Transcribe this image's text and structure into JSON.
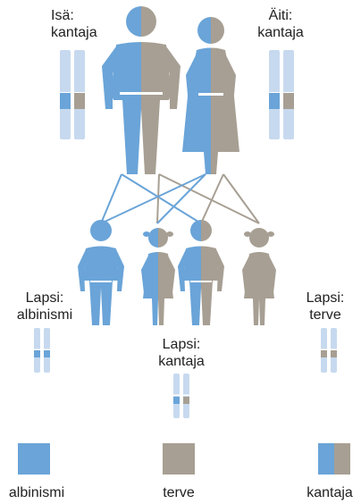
{
  "colors": {
    "albinism": "#6aa4d8",
    "healthy": "#a79f93",
    "chromosome_light": "#c7d9ef",
    "line_blue": "#6aa4d8",
    "line_gray": "#a79f93",
    "text": "#222222"
  },
  "parents": {
    "father": {
      "line1": "Isä:",
      "line2": "kantaja",
      "status": "carrier",
      "chromosome": [
        "albinism",
        "healthy"
      ]
    },
    "mother": {
      "line1": "Äiti:",
      "line2": "kantaja",
      "status": "carrier",
      "chromosome": [
        "albinism",
        "healthy"
      ]
    }
  },
  "children": [
    {
      "id": "child-1",
      "sex": "boy",
      "status": "albinism"
    },
    {
      "id": "child-2",
      "sex": "girl",
      "status": "carrier"
    },
    {
      "id": "child-3",
      "sex": "boy",
      "status": "carrier"
    },
    {
      "id": "child-4",
      "sex": "girl",
      "status": "healthy"
    }
  ],
  "child_labels": {
    "albinism": {
      "line1": "Lapsi:",
      "line2": "albinismi",
      "chromosome": [
        "albinism",
        "albinism"
      ]
    },
    "carrier": {
      "line1": "Lapsi:",
      "line2": "kantaja",
      "chromosome": [
        "albinism",
        "healthy"
      ]
    },
    "healthy": {
      "line1": "Lapsi:",
      "line2": "terve",
      "chromosome": [
        "healthy",
        "healthy"
      ]
    }
  },
  "legend": [
    {
      "key": "albinism",
      "label": "albinismi"
    },
    {
      "key": "healthy",
      "label": "terve"
    },
    {
      "key": "carrier",
      "label": "kantaja"
    }
  ]
}
